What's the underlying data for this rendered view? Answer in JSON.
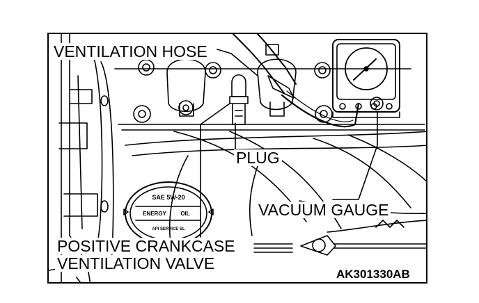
{
  "labels": {
    "ventilation_hose": "VENTILATION HOSE",
    "plug": "PLUG",
    "vacuum_gauge": "VACUUM GAUGE",
    "pcv_valve_line1": "POSITIVE CRANKCASE",
    "pcv_valve_line2": "VENTILATION VALVE"
  },
  "oil_cap": {
    "grade": "SAE 5W-20",
    "brand": "ENERGY",
    "mark": "OIL",
    "footer": "API SERVICE SL"
  },
  "figure_code": "AK301330AB"
}
